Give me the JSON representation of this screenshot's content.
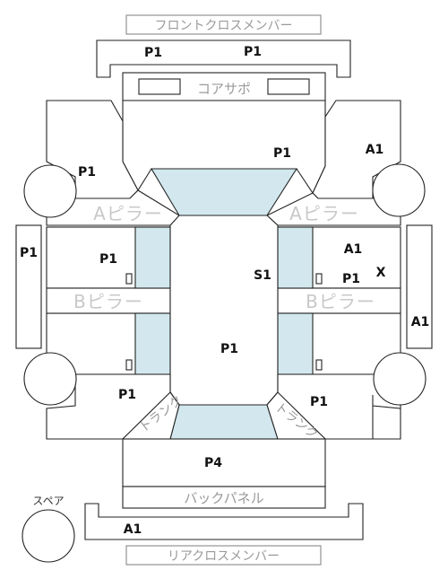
{
  "parts": {
    "front_cross_member": "フロントクロスメンバー",
    "core_support": "コアサポ",
    "a_pillar_left": "Aピラー",
    "a_pillar_right": "Aピラー",
    "b_pillar_left": "Bピラー",
    "b_pillar_right": "Bピラー",
    "back_panel": "バックパネル",
    "rear_cross_member": "リアクロスメンバー",
    "spare": "スペア",
    "trunk_left": "トランク",
    "trunk_right": "トランク"
  },
  "codes": {
    "front_member_left": "P1",
    "front_member_right": "P1",
    "fender_left": "P1",
    "hood": "P1",
    "fender_right": "A1",
    "side_sill_left": "P1",
    "front_door_left": "P1",
    "roof": "S1",
    "front_door_right": "A1",
    "front_door_right_b": "P1",
    "front_door_right_x": "X",
    "side_sill_right": "A1",
    "roof_main": "P1",
    "quarter_left": "P1",
    "quarter_right": "P1",
    "trunk_lid": "P4",
    "rear_member": "A1"
  },
  "colors": {
    "glass": "#d2e8ee",
    "outline": "#222222",
    "part_label": "#9a9a9a",
    "pillar_label": "#c8c8c8"
  }
}
